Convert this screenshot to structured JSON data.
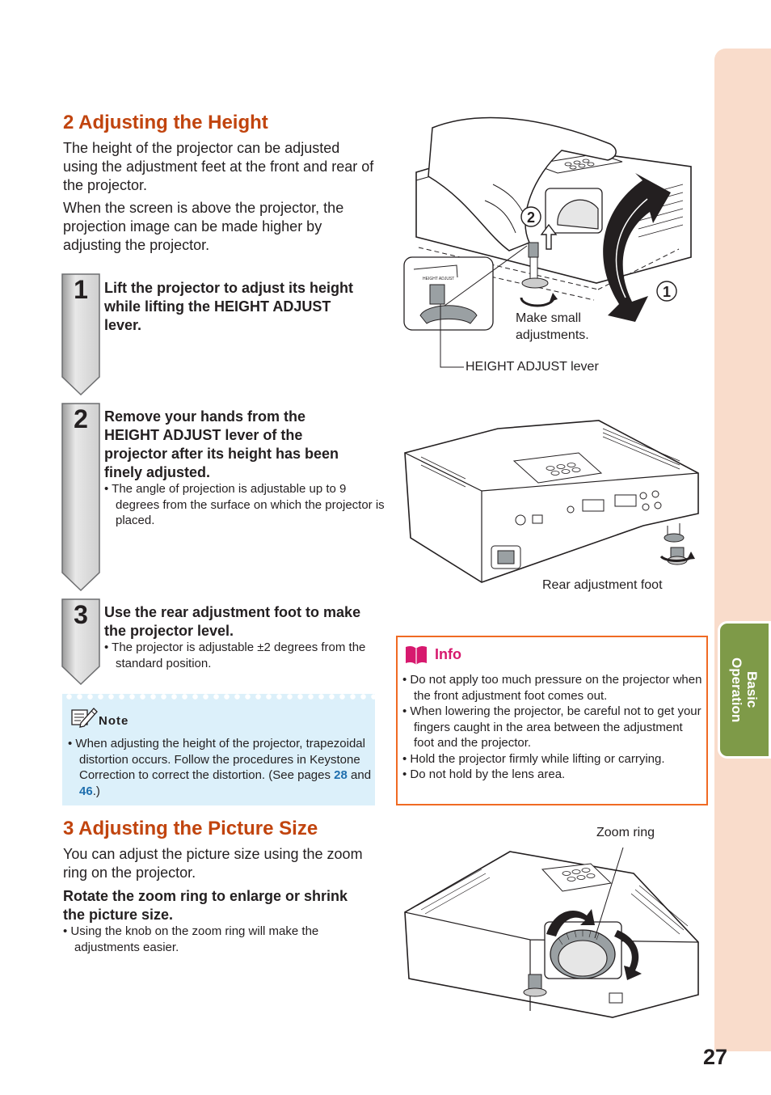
{
  "side_tab": {
    "label": "Basic\nOperation"
  },
  "page_number": "27",
  "section_height": {
    "title": "2 Adjusting the Height",
    "intro_1": "The height of the projector can be adjusted using the adjustment feet at the front and rear of the projector.",
    "intro_2": "When the screen is above the projector, the projection image can be made higher by adjusting the projector."
  },
  "steps": [
    {
      "number": "1",
      "heading": "Lift the projector to adjust its height while lifting the HEIGHT ADJUST lever.",
      "bullet": ""
    },
    {
      "number": "2",
      "heading": "Remove your hands from the HEIGHT ADJUST lever of the projector after its height has been finely adjusted.",
      "bullet": "The angle of projection is adjustable up to 9 degrees from the surface on which the projector is placed."
    },
    {
      "number": "3",
      "heading": "Use the rear adjustment foot to make the projector level.",
      "bullet": "The projector is adjustable ±2 degrees from the standard position."
    }
  ],
  "note": {
    "label": "Note",
    "text_before": "When adjusting the height of the projector, trapezoidal distortion occurs. Follow the procedures in Keystone Correction to correct the distortion. (See pages ",
    "page_a": "28",
    "text_and": " and ",
    "page_b": "46",
    "text_after": ".)"
  },
  "section_picture": {
    "title": "3 Adjusting the Picture Size",
    "intro": "You can adjust the picture size using the zoom ring on the projector.",
    "instruction": "Rotate the zoom ring to enlarge or shrink the picture size.",
    "bullet": "Using the knob on the zoom ring will make the adjustments easier."
  },
  "figures": {
    "callout_2": "2",
    "callout_1": "1",
    "lever_panel_text": "HEIGHT ADJUST",
    "make_small": "Make small adjustments.",
    "height_lever": "HEIGHT ADJUST lever",
    "rear_foot": "Rear adjustment foot",
    "zoom_ring": "Zoom ring"
  },
  "info": {
    "label": "Info",
    "items": [
      "Do not apply too much pressure on the projector when the front adjustment foot comes out.",
      "When lowering the projector, be careful not to get your fingers caught in the area between the adjustment foot and the projector.",
      "Hold the projector firmly while lifting or carrying.",
      "Do not hold by the lens area."
    ]
  },
  "colors": {
    "heading": "#c1440e",
    "tab_green": "#7e9a48",
    "side_peach": "#f9dccb",
    "info_border": "#f06a23",
    "info_label": "#d7196e",
    "note_bg": "#dcf0fa",
    "link_blue": "#1f6fae"
  }
}
